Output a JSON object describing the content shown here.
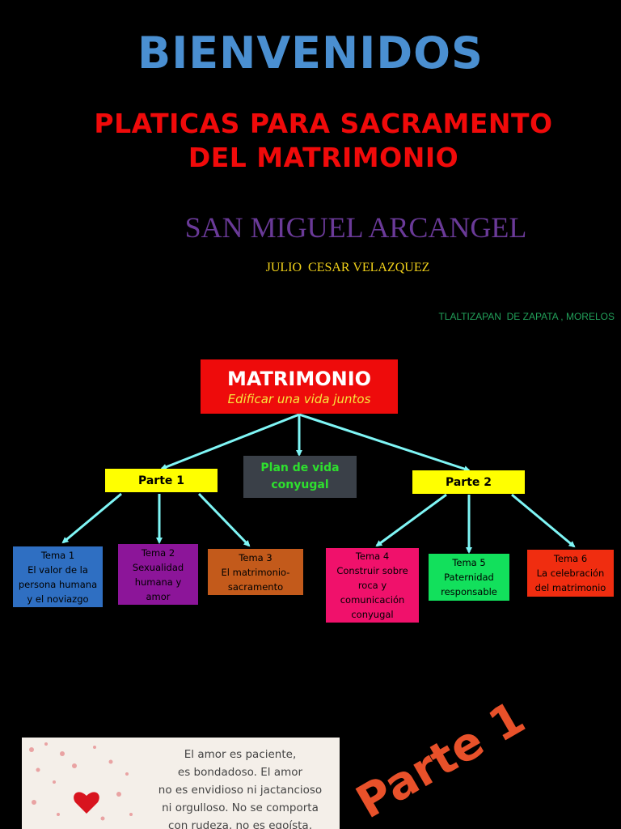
{
  "header": {
    "welcome": "BIENVENIDOS",
    "subtitle_line1": "PLATICAS PARA SACRAMENTO",
    "subtitle_line2": "DEL MATRIMONIO",
    "parish": "SAN MIGUEL ARCANGEL",
    "author": "JULIO  CESAR VELAZQUEZ",
    "location": "TLALTIZAPAN  DE ZAPATA , MORELOS"
  },
  "diagram": {
    "root": {
      "title": "MATRIMONIO",
      "subtitle": "Edificar una vida juntos"
    },
    "plan": {
      "line1": "Plan de vida",
      "line2": "conyugal"
    },
    "part1": "Parte 1",
    "part2": "Parte 2",
    "topics": [
      {
        "lines": [
          "Tema 1",
          "El valor de la",
          "persona humana",
          "y el noviazgo"
        ]
      },
      {
        "lines": [
          "Tema 2",
          "Sexualidad",
          "humana y",
          "amor"
        ]
      },
      {
        "lines": [
          "Tema 3",
          "El matrimonio-",
          "sacramento"
        ]
      },
      {
        "lines": [
          "Tema 4",
          "Construir sobre",
          "roca y",
          "comunicación",
          "conyugal"
        ]
      },
      {
        "lines": [
          "Tema 5",
          "Paternidad",
          "responsable"
        ]
      },
      {
        "lines": [
          "Tema 6",
          "La celebración",
          "del matrimonio"
        ]
      }
    ]
  },
  "footer": {
    "verse": [
      "El amor es paciente,",
      "es bondadoso. El amor",
      "no es envidioso ni jactancioso",
      "ni orgulloso. No se comporta",
      "con rudeza, no es egoísta,"
    ],
    "stamp": "Parte 1"
  },
  "colors": {
    "background": "#000000",
    "welcome": "#4a8fd1",
    "subtitle": "#f00a0a",
    "parish": "#6a3a98",
    "author": "#f2d21a",
    "location": "#22a05a",
    "connector": "#7ff6f6"
  }
}
